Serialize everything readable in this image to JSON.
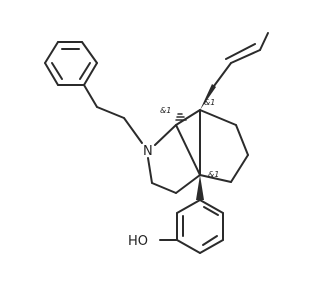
{
  "molecule": {
    "atoms": {
      "nitrogen": "N",
      "hydroxyl": "HO"
    },
    "stereo_labels": {
      "c1": "&1",
      "c5": "&1",
      "c9": "&1"
    }
  },
  "colors": {
    "background": "#ffffff",
    "bond": "#2b2b2b",
    "text": "#222222"
  }
}
